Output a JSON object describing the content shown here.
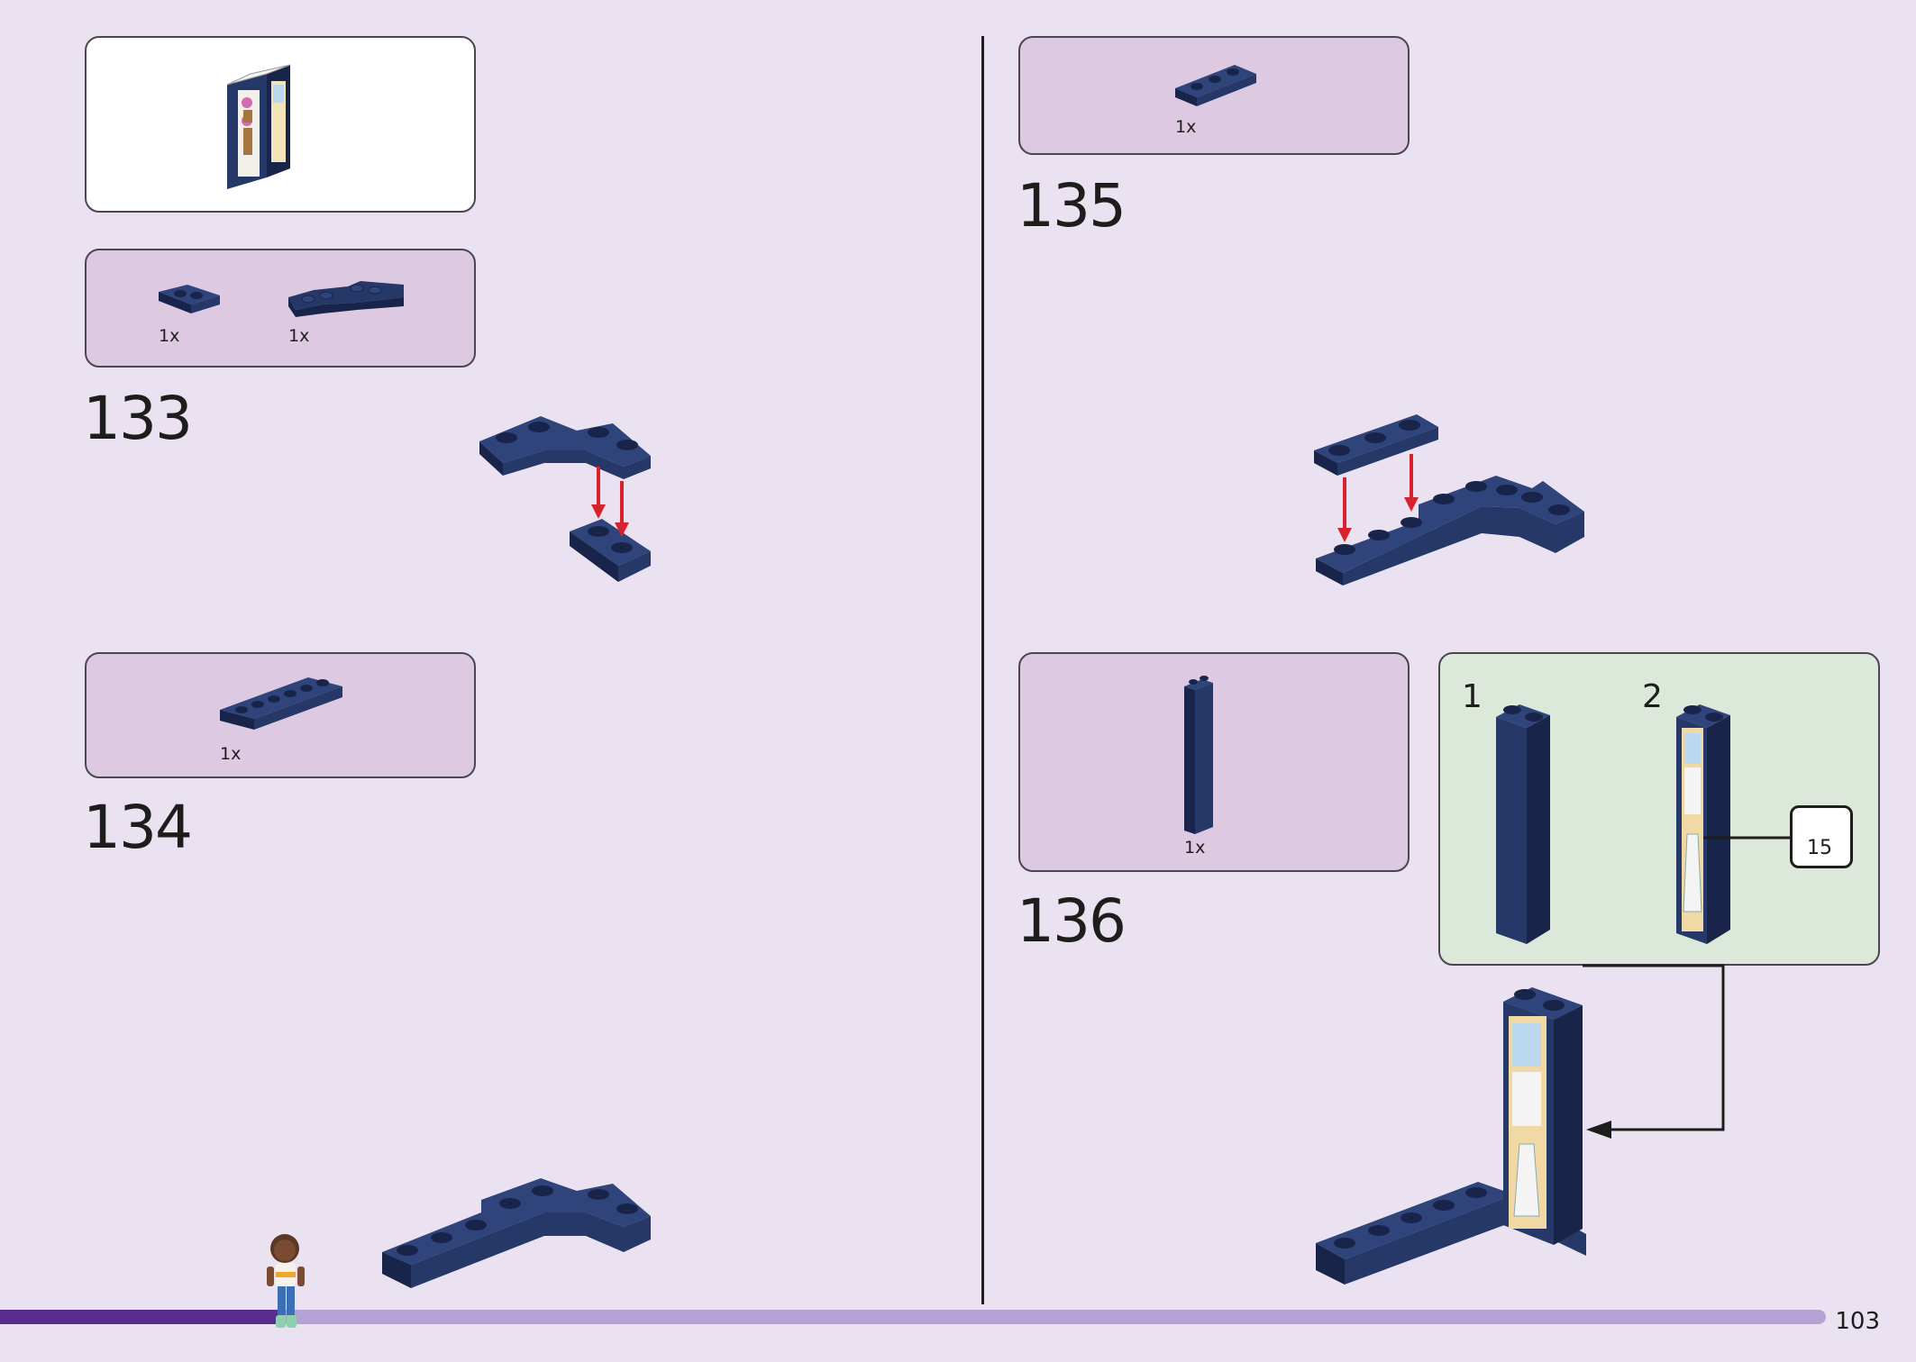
{
  "page": {
    "number": "103",
    "progress_fraction": 0.155
  },
  "colors": {
    "brick": "#253867",
    "brick_dark": "#18244a",
    "stud": "#2e447a",
    "arrow": "#d8232f",
    "background": "#ebe2f1",
    "parts_box": "#dec9e3",
    "progress_fill": "#5a2b8e",
    "progress_track": "#b4a2d5"
  },
  "steps": [
    {
      "number": "133",
      "parts": [
        {
          "qty": "1x"
        },
        {
          "qty": "1x"
        }
      ]
    },
    {
      "number": "134",
      "parts": [
        {
          "qty": "1x"
        }
      ]
    },
    {
      "number": "135",
      "parts": [
        {
          "qty": "1x"
        }
      ]
    },
    {
      "number": "136",
      "parts": [
        {
          "qty": "1x"
        }
      ],
      "substeps": [
        {
          "number": "1"
        },
        {
          "number": "2",
          "sticker": "15"
        }
      ]
    }
  ]
}
